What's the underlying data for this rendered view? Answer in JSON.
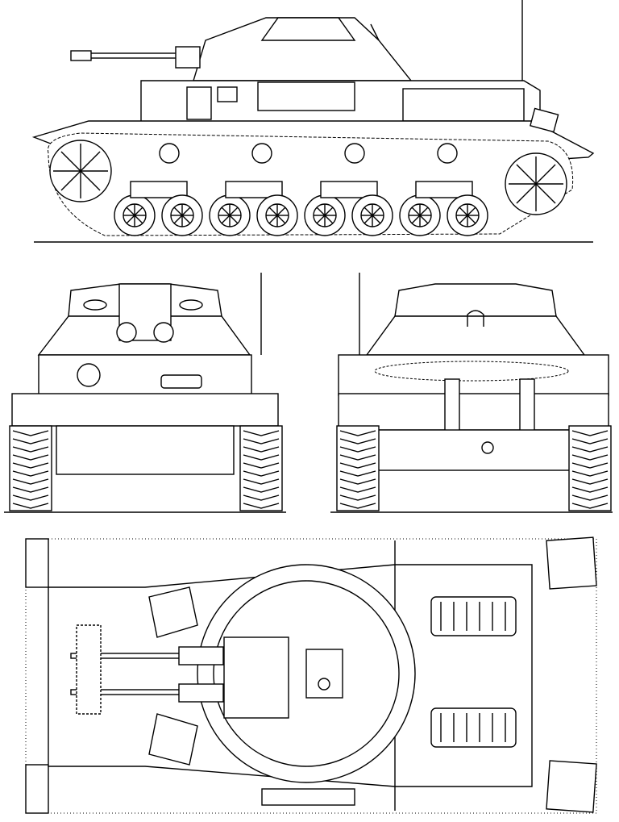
{
  "colors": {
    "line": "#000000",
    "paper": "#ffffff"
  },
  "side_view": {
    "road_wheels": 8,
    "return_rollers": 4
  },
  "top_view": {
    "engine_grilles": 2
  }
}
